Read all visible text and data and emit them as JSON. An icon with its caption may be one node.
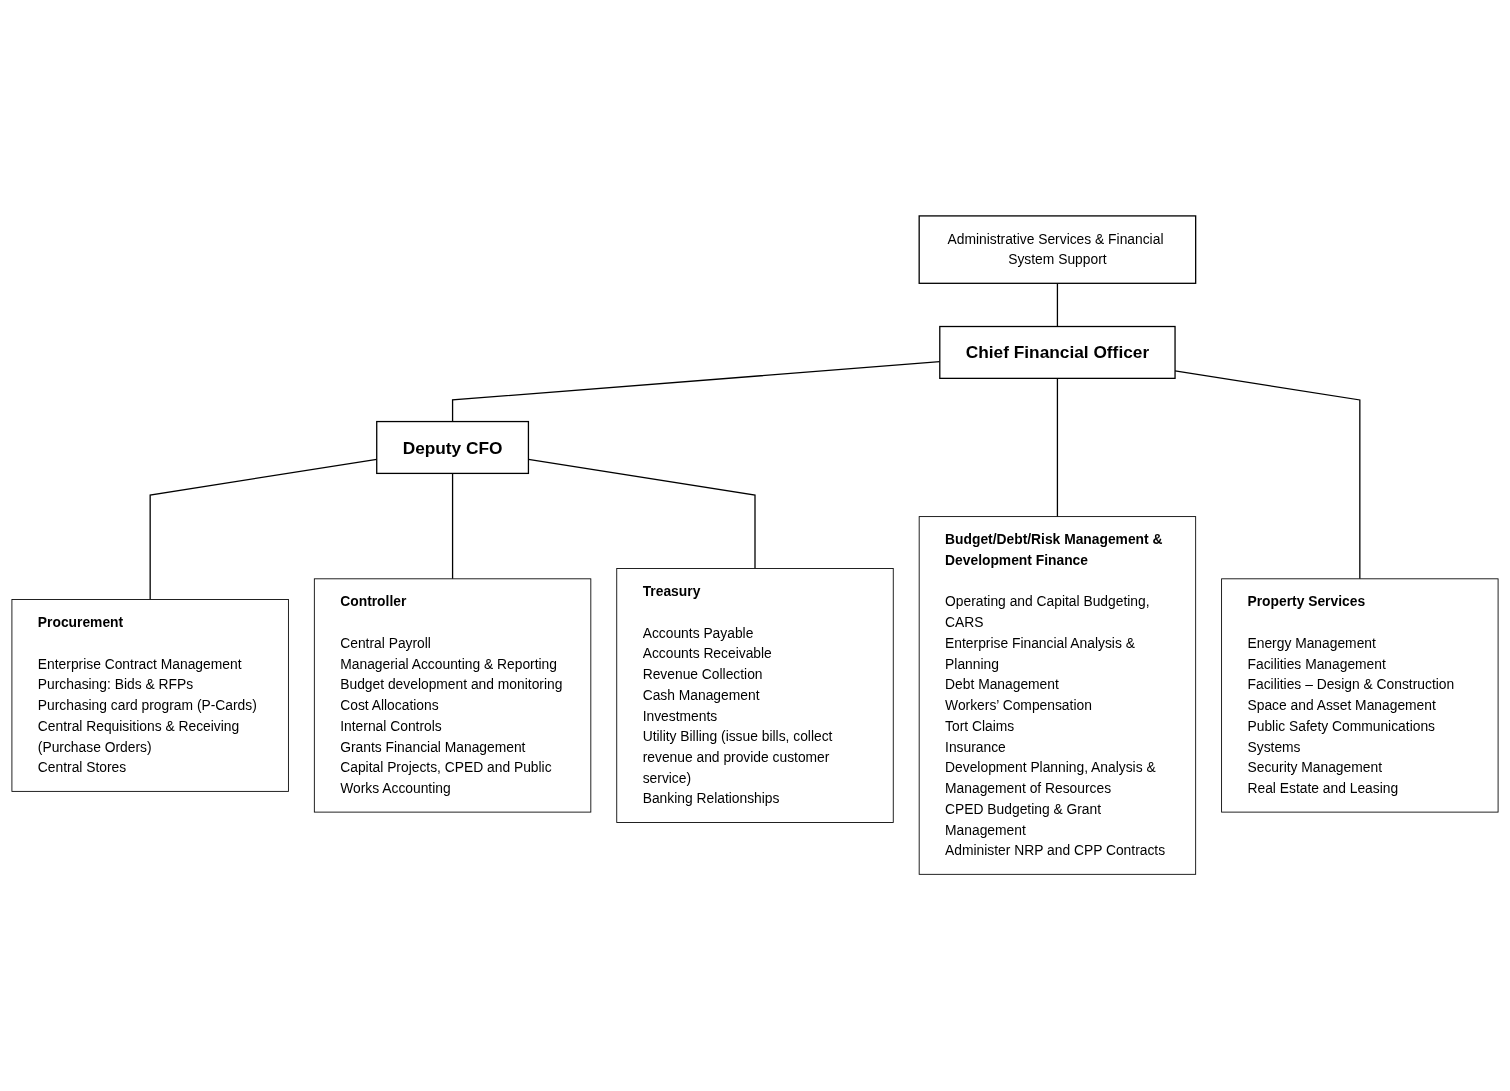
{
  "diagram": {
    "nodes": [
      {
        "text": [
          "Administrative Services & Financial System Support"
        ]
      },
      {
        "text": [
          "Chief Financial Officer"
        ]
      },
      {
        "text": [
          "Deputy CFO"
        ]
      },
      {
        "text": [
          "Budget/Debt/Risk Management & Development Finance",
          "Operating and Capital Budgeting, CARS",
          "Enterprise Financial Analysis & Planning",
          "Debt Management",
          "Workers’ Compensation",
          "Tort Claims",
          "Insurance",
          "Development Planning, Analysis & Management of Resources",
          "CPED Budgeting & Grant Management",
          "Administer NRP and CPP Contracts"
        ]
      },
      {
        "text": [
          "Property Services",
          "Energy Management",
          "Facilities Management",
          "Facilities – Design & Construction",
          "Space and Asset Management",
          "Public Safety Communications Systems",
          "Security Management",
          "Real Estate and Leasing"
        ]
      },
      {
        "text": [
          "Procurement",
          "Enterprise Contract Management",
          "Purchasing: Bids & RFPs",
          "Purchasing card program (P-Cards)",
          "Central Requisitions & Receiving (Purchase Orders)",
          "Central Stores"
        ]
      },
      {
        "text": [
          "Controller",
          "Central Payroll",
          "Managerial Accounting & Reporting",
          "Budget development and monitoring",
          "Cost Allocations",
          "Internal Controls",
          "Grants Financial Management",
          "Capital Projects, CPED and Public Works Accounting"
        ]
      },
      {
        "text": [
          "Treasury",
          "Accounts Payable",
          "Accounts Receivable",
          "Revenue Collection",
          "Cash Management",
          "Investments",
          "Utility Billing (issue bills, collect revenue and provide customer service)",
          "Banking Relationships"
        ]
      }
    ],
    "edges": [
      {
        "from": 0,
        "to": 1,
        "arrow": "none"
      },
      {
        "from": 1,
        "to": 2,
        "arrow": "none"
      },
      {
        "from": 1,
        "to": 3,
        "arrow": "none"
      },
      {
        "from": 1,
        "to": 4,
        "arrow": "none"
      },
      {
        "from": 2,
        "to": 5,
        "arrow": "none"
      },
      {
        "from": 2,
        "to": 6,
        "arrow": "none"
      },
      {
        "from": 2,
        "to": 7,
        "arrow": "none"
      }
    ]
  }
}
